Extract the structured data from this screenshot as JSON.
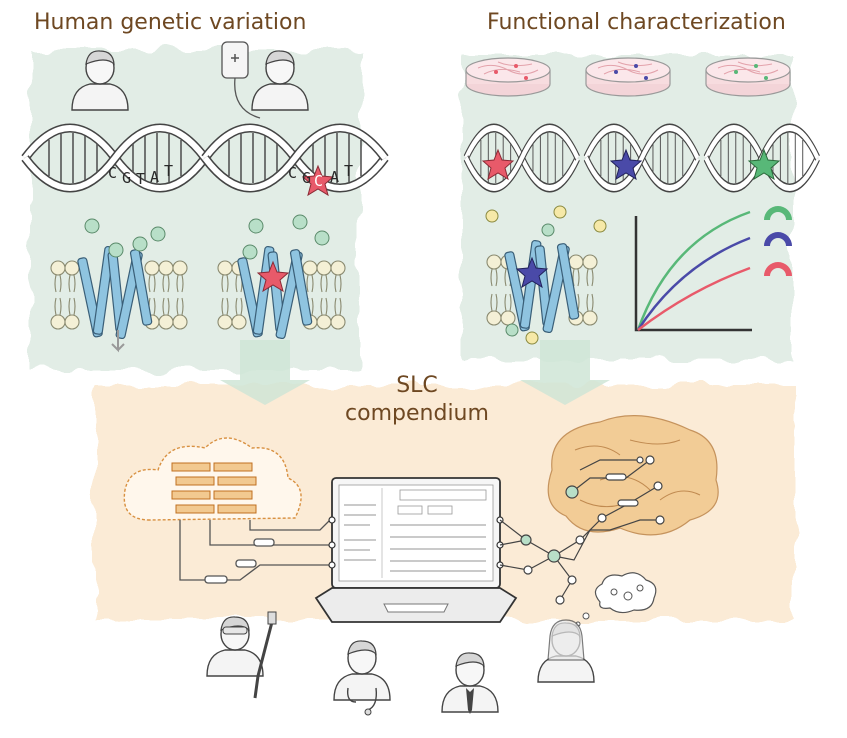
{
  "headings": {
    "left": "Human genetic variation",
    "right": "Functional characterization"
  },
  "center": {
    "line1": "SLC",
    "line2": "compendium"
  },
  "sequences": {
    "reference": [
      "C",
      "G",
      "T",
      "A",
      "T"
    ],
    "variant": [
      "C",
      "G",
      "C",
      "A",
      "T"
    ]
  },
  "colors": {
    "heading_text": "#6e4822",
    "green_panel": "#dbe9e0",
    "orange_panel": "#fbe9d2",
    "transporter": "#8fc4e0",
    "lipid_head": "#f4f0d6",
    "substrate": "#b8dfc8",
    "variant_red": "#e85a6a",
    "variant_blue": "#4a4aa8",
    "variant_green": "#58b878",
    "brain": "#f2c990"
  },
  "icons": [
    "person-icon",
    "iv-bag-icon",
    "petri-dish-icon",
    "dna-helix-icon",
    "star-icon",
    "membrane-icon",
    "transporter-icon",
    "gauge-icon",
    "cloud-database-icon",
    "laptop-icon",
    "brain-network-icon",
    "thought-bubble-icon",
    "pipette-icon",
    "stethoscope-icon"
  ]
}
